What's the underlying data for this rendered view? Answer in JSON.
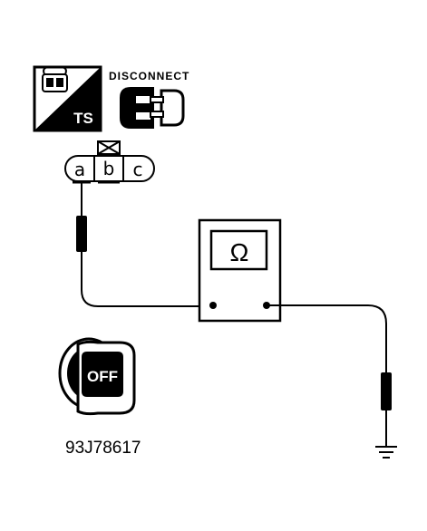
{
  "diagram": {
    "ts_icon_label": "TS",
    "disconnect_label": "DISCONNECT",
    "connector_pins": [
      "a",
      "b",
      "c"
    ],
    "meter_symbol": "Ω",
    "ignition_label": "OFF",
    "figure_id": "93J78617",
    "colors": {
      "ink": "#000000",
      "paper": "#ffffff"
    }
  }
}
